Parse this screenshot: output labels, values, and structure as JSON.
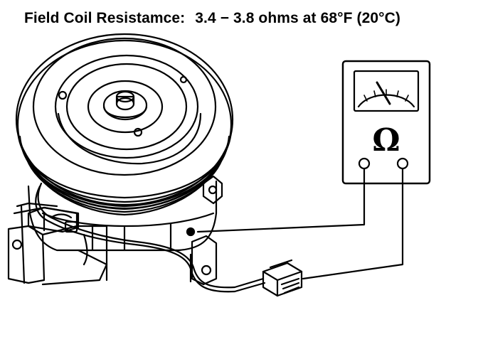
{
  "heading": {
    "label": "Field Coil Resistamce:",
    "spec": "3.4 − 3.8 ohms at 68°F (20°C)"
  },
  "meter": {
    "unit_symbol": "Ω",
    "icon": "ohmmeter-icon"
  },
  "colors": {
    "ink": "#000000",
    "paper": "#ffffff"
  }
}
